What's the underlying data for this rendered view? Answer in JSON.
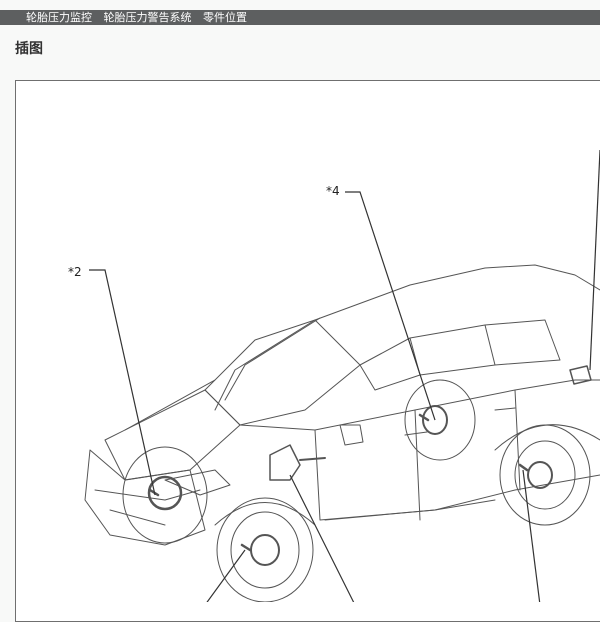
{
  "breadcrumb": [
    "轮胎压力监控",
    "轮胎压力警告系统",
    "零件位置"
  ],
  "section_title": "插图",
  "callouts": [
    "*2",
    "*4"
  ],
  "colors": {
    "header_bg": "#5d5f60",
    "frame_border": "#6f6f6f"
  }
}
